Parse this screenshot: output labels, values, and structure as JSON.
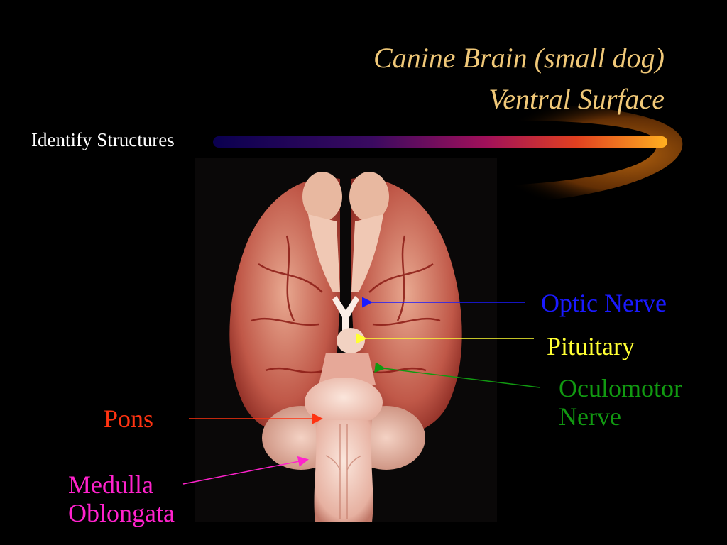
{
  "title": {
    "line1": "Canine Brain (small dog)",
    "line2": "Ventral Surface"
  },
  "subtitle": "Identify Structures",
  "colors": {
    "title": "#f0c878",
    "subtitle": "#ffffff",
    "optic_nerve": "#1a1aff",
    "pituitary": "#ffff33",
    "oculomotor": "#119911",
    "pons": "#ff3311",
    "medulla": "#ff22cc"
  },
  "labels": {
    "optic_nerve": "Optic Nerve",
    "pituitary": "Pituitary",
    "oculomotor": {
      "line1": "Oculomotor",
      "line2": "Nerve"
    },
    "pons": "Pons",
    "medulla": {
      "line1": "Medulla",
      "line2": "Oblongata"
    }
  },
  "image": {
    "subject": "ventral-brain-photo"
  }
}
